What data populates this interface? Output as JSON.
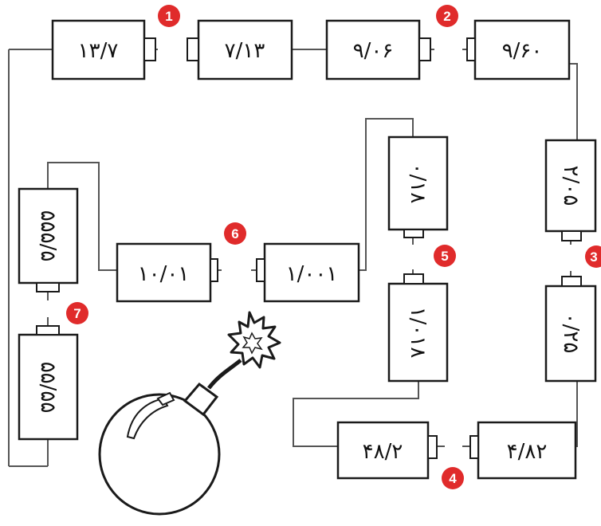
{
  "diagram": {
    "batteries": [
      {
        "id": "b1",
        "label": "۱۳/۷"
      },
      {
        "id": "b2",
        "label": "۷/۱۳"
      },
      {
        "id": "b3",
        "label": "۹/۰۶"
      },
      {
        "id": "b4",
        "label": "۹/۶۰"
      },
      {
        "id": "b5",
        "label": "۲/۰۵"
      },
      {
        "id": "b6",
        "label": "۰/۲۵"
      },
      {
        "id": "b7",
        "label": "۴/۸۲"
      },
      {
        "id": "b8",
        "label": "۴۸/۲"
      },
      {
        "id": "b9",
        "label": "۱/۰۱۸"
      },
      {
        "id": "b10",
        "label": "۰/۱۸"
      },
      {
        "id": "b11",
        "label": "۱/۰۰۱"
      },
      {
        "id": "b12",
        "label": "۱۰/۰۱"
      },
      {
        "id": "b13",
        "label": "۵۵۵/۵"
      },
      {
        "id": "b14",
        "label": "۵۵/۵۵"
      }
    ],
    "gap_markers": [
      "1",
      "2",
      "3",
      "4",
      "5",
      "6",
      "7"
    ],
    "colors": {
      "marker": "#e02b2b",
      "stroke": "#1a1a1a",
      "wire": "#555555"
    }
  }
}
